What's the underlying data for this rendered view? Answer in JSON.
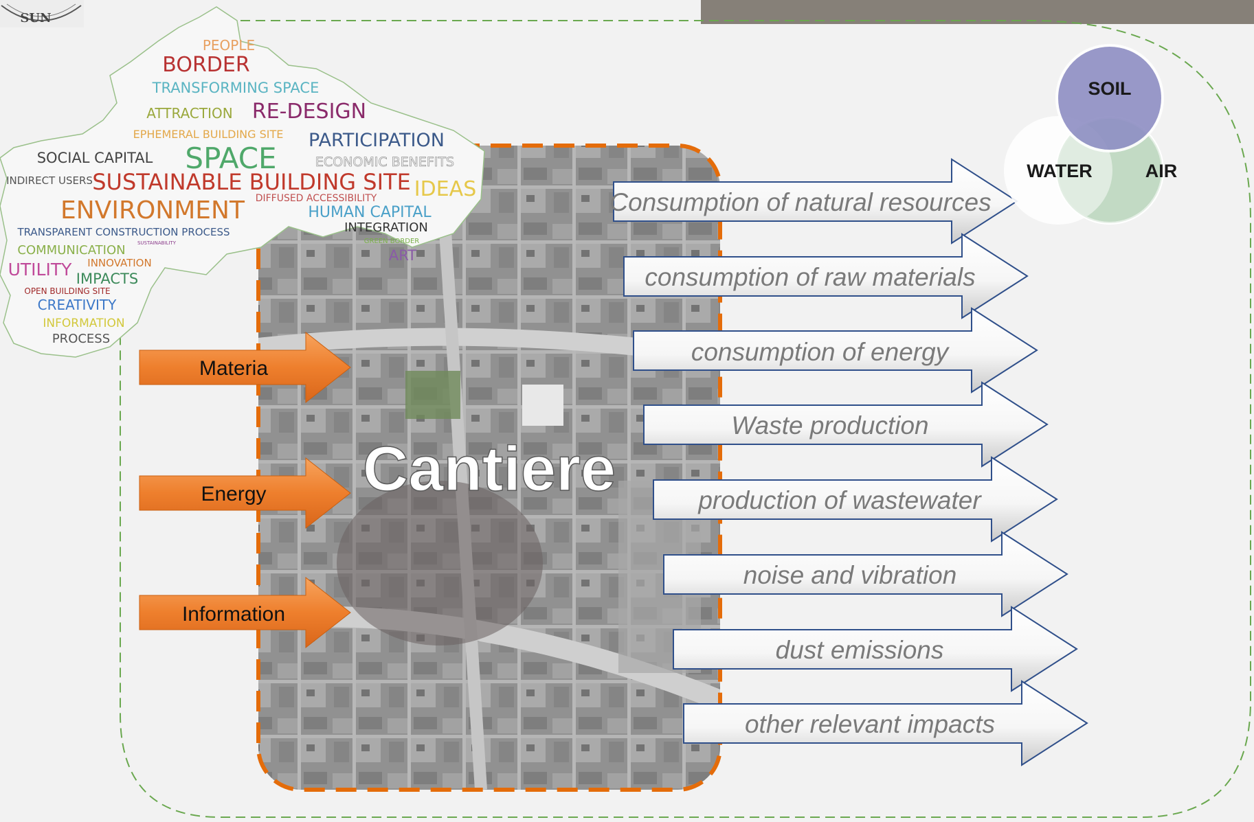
{
  "logo": {
    "text": "SUN"
  },
  "site_label": "Cantiere",
  "inputs": [
    {
      "label": "Materia"
    },
    {
      "label": "Energy"
    },
    {
      "label": "Information"
    }
  ],
  "outputs": [
    {
      "label": "Consumption of natural resources"
    },
    {
      "label": "consumption of raw materials"
    },
    {
      "label": "consumption of energy"
    },
    {
      "label": "Waste production"
    },
    {
      "label": "production of wastewater"
    },
    {
      "label": "noise and vibration"
    },
    {
      "label": "dust emissions"
    },
    {
      "label": "other relevant impacts"
    }
  ],
  "venn": {
    "sets": [
      {
        "label": "SOIL",
        "color": "#8f8fc4"
      },
      {
        "label": "WATER",
        "color": "#ffffff"
      },
      {
        "label": "AIR",
        "color": "#c2d9c3"
      }
    ]
  },
  "word_cloud": [
    {
      "text": "PEOPLE",
      "color": "#e8a060"
    },
    {
      "text": "BORDER",
      "color": "#b83232"
    },
    {
      "text": "TRANSFORMING SPACE",
      "color": "#5ab4c2"
    },
    {
      "text": "ATTRACTION",
      "color": "#9aa83c"
    },
    {
      "text": "RE-DESIGN",
      "color": "#8a2a6a"
    },
    {
      "text": "EPHEMERAL BUILDING SITE",
      "color": "#e3a84a"
    },
    {
      "text": "PARTICIPATION",
      "color": "#3c5a8a"
    },
    {
      "text": "SOCIAL CAPITAL",
      "color": "#444444"
    },
    {
      "text": "SPACE",
      "color": "#4fa86a"
    },
    {
      "text": "ECONOMIC BENEFITS",
      "color": "#9a9a9a"
    },
    {
      "text": "INDIRECT USERS",
      "color": "#555555"
    },
    {
      "text": "SUSTAINABLE BUILDING SITE",
      "color": "#c0392b"
    },
    {
      "text": "IDEAS",
      "color": "#e6c84a"
    },
    {
      "text": "DIFFUSED ACCESSIBILITY",
      "color": "#c05050"
    },
    {
      "text": "ENVIRONMENT",
      "color": "#d2782c"
    },
    {
      "text": "HUMAN CAPITAL",
      "color": "#4aa0c8"
    },
    {
      "text": "INTEGRATION",
      "color": "#333333"
    },
    {
      "text": "TRANSPARENT CONSTRUCTION PROCESS",
      "color": "#3c5a8a"
    },
    {
      "text": "GREEN BORDER",
      "color": "#7ab04a"
    },
    {
      "text": "SUSTAINABILITY",
      "color": "#8a3a8a"
    },
    {
      "text": "ART",
      "color": "#8a5aa8"
    },
    {
      "text": "COMMUNICATION",
      "color": "#8ab04a"
    },
    {
      "text": "UTILITY",
      "color": "#c04a9a"
    },
    {
      "text": "INNOVATION",
      "color": "#d2782c"
    },
    {
      "text": "IMPACTS",
      "color": "#3c8a5a"
    },
    {
      "text": "OPEN BUILDING SITE",
      "color": "#a02828"
    },
    {
      "text": "CREATIVITY",
      "color": "#3c78c8"
    },
    {
      "text": "INFORMATION",
      "color": "#d2c83c"
    },
    {
      "text": "PROCESS",
      "color": "#555555"
    }
  ],
  "colors": {
    "accent_orange": "#e46c0a",
    "dashed_green": "#6aa84f",
    "header_bar": "#868078",
    "arrow_border": "#2f4f8a"
  }
}
